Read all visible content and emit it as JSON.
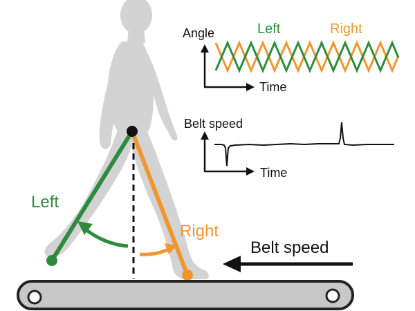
{
  "labels": {
    "angle_axis": "Angle",
    "time_axis_top": "Time",
    "left_series": "Left",
    "right_series": "Right",
    "belt_axis": "Belt speed",
    "time_axis_bottom": "Time",
    "left_leg": "Left",
    "right_leg": "Right",
    "belt_arrow": "Belt speed"
  },
  "colors": {
    "left": "#2e8b3e",
    "right": "#f0962e",
    "body": "#d3d3d3",
    "ink": "#111111",
    "belt_fill": "#c8c8c8"
  }
}
